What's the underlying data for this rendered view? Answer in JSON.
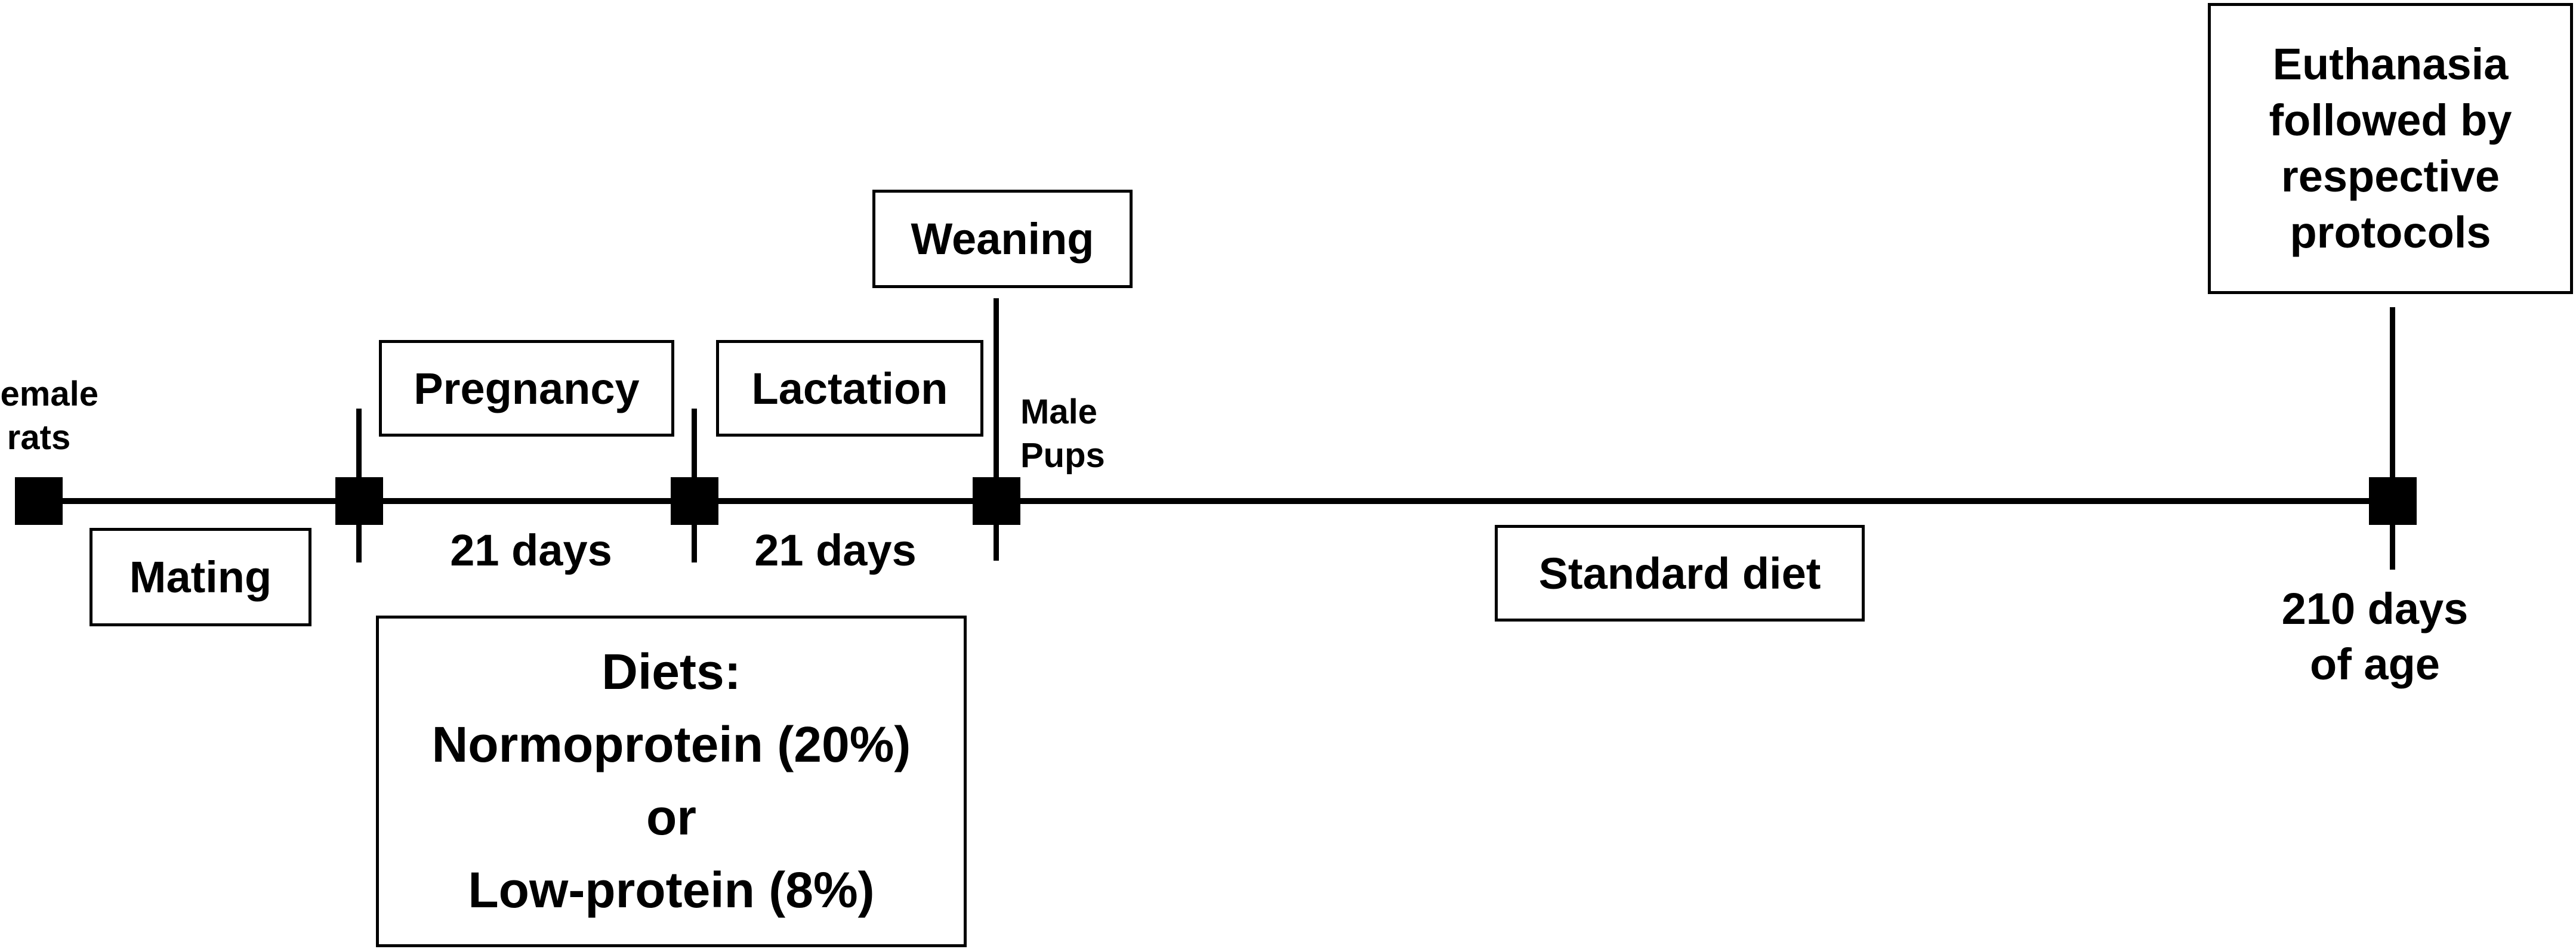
{
  "start": {
    "label_line1": "Female",
    "label_line2": "rats"
  },
  "mating": {
    "label": "Mating"
  },
  "pregnancy": {
    "label": "Pregnancy",
    "duration": "21 days"
  },
  "lactation": {
    "label": "Lactation",
    "duration": "21 days"
  },
  "weaning": {
    "label": "Weaning",
    "side_line1": "Male",
    "side_line2": "Pups"
  },
  "standard_diet": {
    "label": "Standard diet"
  },
  "diets": {
    "line1": "Diets:",
    "line2": "Normoprotein (20%)",
    "line3": "or",
    "line4": "Low-protein (8%)"
  },
  "end": {
    "box_line1": "Euthanasia",
    "box_line2": "followed by",
    "box_line3": "respective",
    "box_line4": "protocols",
    "age_line1": "210 days",
    "age_line2": "of age"
  }
}
